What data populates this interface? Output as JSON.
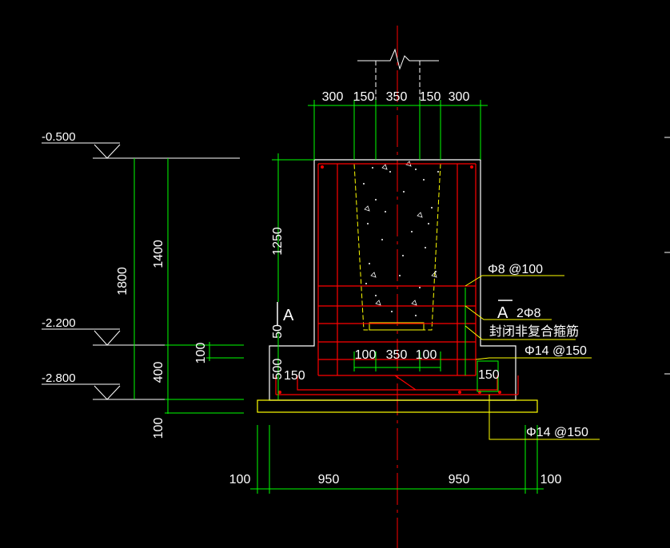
{
  "colors": {
    "background": "#000000",
    "dimension": "#00ff00",
    "concrete": "#ffffff",
    "rebar": "#ff0000",
    "leader": "#ffff00",
    "text": "#ffffff",
    "centerline": "#ff0000"
  },
  "elevations": [
    "-0.500",
    "-2.200",
    "-2.800"
  ],
  "dims": {
    "top": [
      "300",
      "150",
      "350",
      "150",
      "300"
    ],
    "left_outer": "1800",
    "left_inner_upper": "1400",
    "left_inner_lower": "400",
    "left_small": "100",
    "left_bottom": "100",
    "pedestal_height": "1250",
    "step_50": "50",
    "step_500": "500",
    "inner_bottom": [
      "100",
      "350",
      "100"
    ],
    "bottom": [
      "100",
      "950",
      "950",
      "100"
    ],
    "left_150": "150",
    "right_150": "150"
  },
  "labels": {
    "section_mark": "A",
    "rebar_stirrup": "Φ8 @100",
    "rebar_vertical": "2Φ8",
    "closed_stirrup_note": "封闭非复合箍筋",
    "rebar_top_mesh": "Φ14 @150",
    "rebar_bottom_mesh": "Φ14 @150"
  }
}
